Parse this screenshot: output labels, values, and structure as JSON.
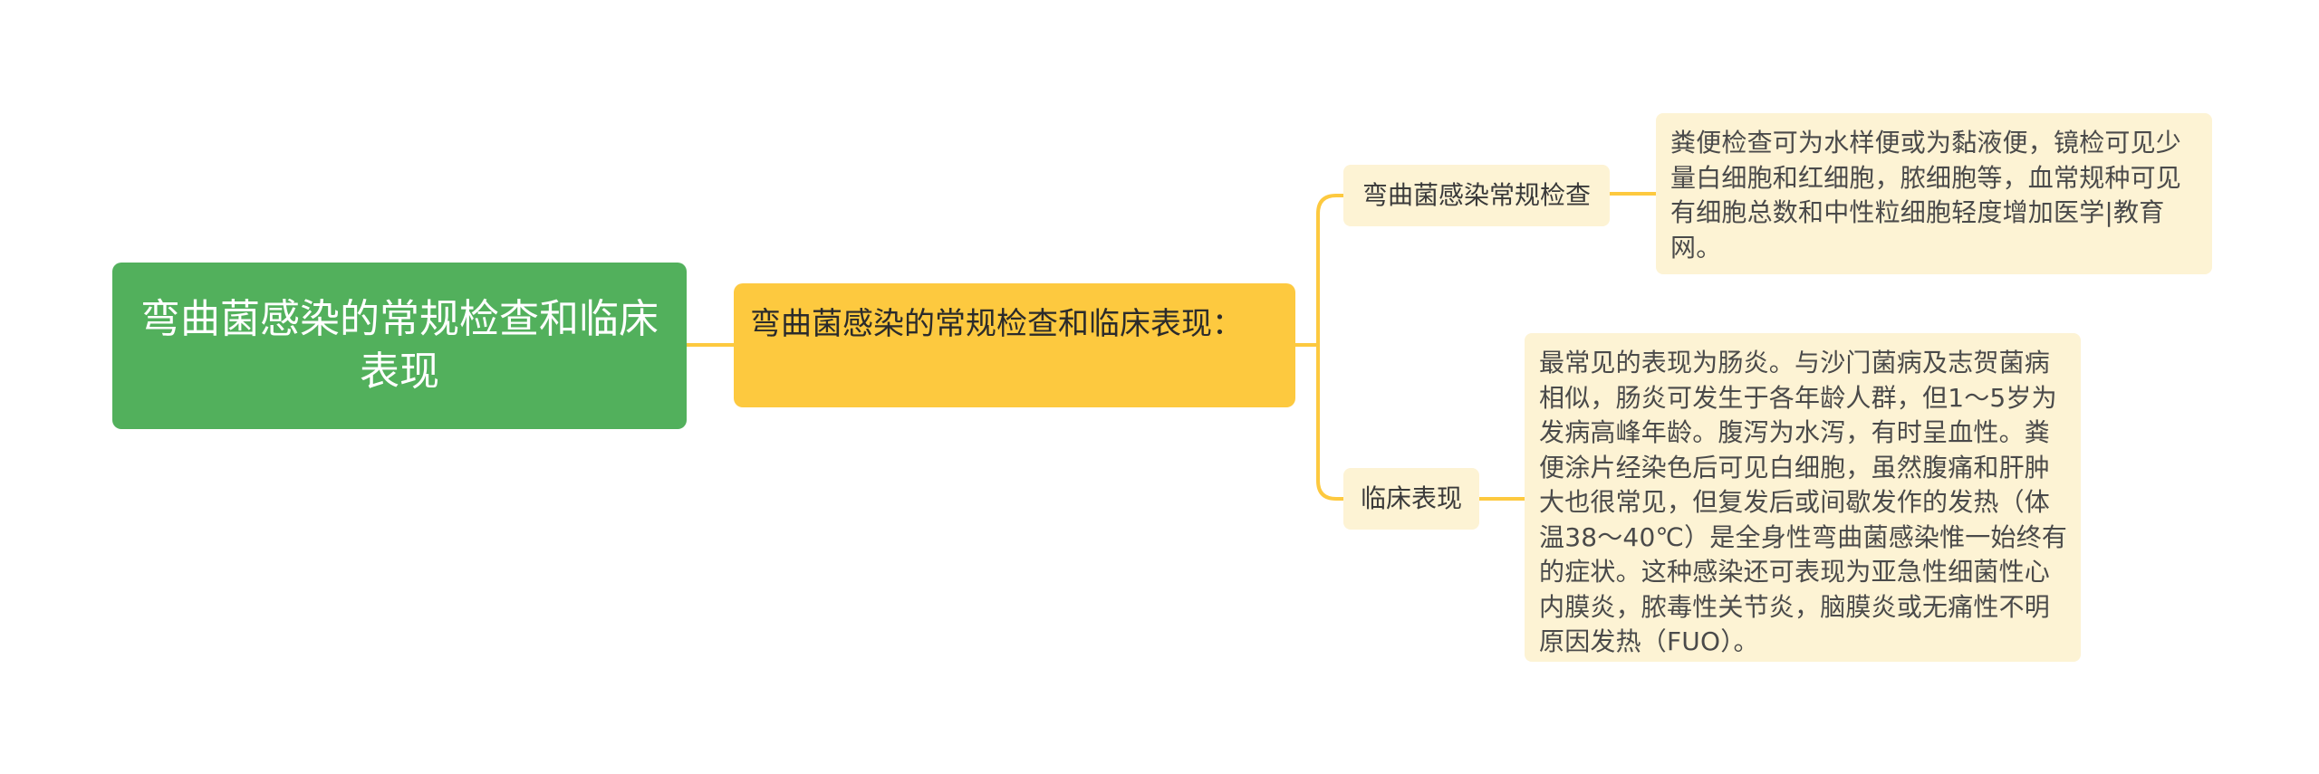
{
  "root": {
    "text": "弯曲菌感染的常规检查和临床表现"
  },
  "main": {
    "text": "弯曲菌感染的常规检查和临床表现："
  },
  "branches": [
    {
      "label": "弯曲菌感染常规检查",
      "detail": "粪便检查可为水样便或为黏液便，镜检可见少量白细胞和红细胞，脓细胞等，血常规种可见有细胞总数和中性粒细胞轻度增加医学|教育网。"
    },
    {
      "label": "临床表现",
      "detail": "最常见的表现为肠炎。与沙门菌病及志贺菌病相似，肠炎可发生于各年龄人群，但1～5岁为发病高峰年龄。腹泻为水泻，有时呈血性。粪便涂片经染色后可见白细胞，虽然腹痛和肝肿大也很常见，但复发后或间歇发作的发热（体温38～40℃）是全身性弯曲菌感染惟一始终有的症状。这种感染还可表现为亚急性细菌性心内膜炎，脓毒性关节炎，脑膜炎或无痛性不明原因发热（FUO）。"
    }
  ],
  "colors": {
    "root": "#52b05c",
    "main": "#fdc93f",
    "branch": "#fdf3d4",
    "connector": "#fdc93f"
  }
}
